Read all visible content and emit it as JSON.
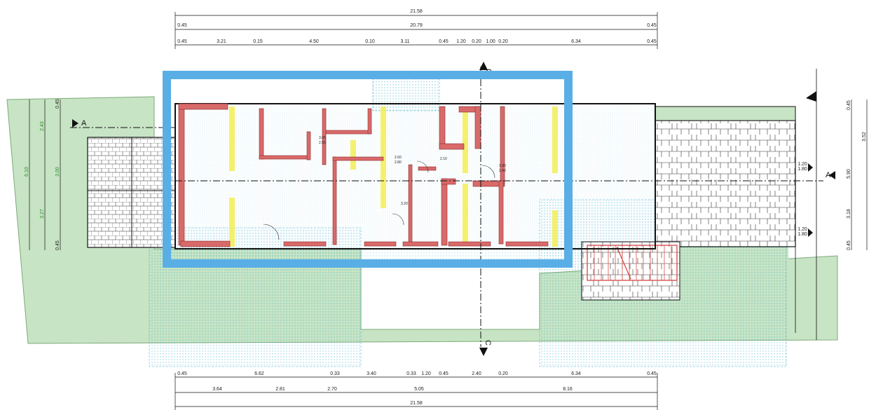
{
  "dimensions": {
    "top_total": "21.58",
    "top_second": [
      "0.45",
      "20.79",
      "0.45"
    ],
    "top_third": [
      "0.45",
      "3.21",
      "0.15",
      "4.50",
      "0.10",
      "3.11",
      "0.45",
      "1.20",
      "0.20",
      "1.00",
      "0.20",
      "6.34",
      "0.45"
    ],
    "bottom_first": [
      "0.45",
      "6.62",
      "0.33",
      "3.40",
      "0.33",
      "1.20",
      "0.45",
      "2.40",
      "0.20",
      "6.34",
      "0.45"
    ],
    "bottom_second": [
      "3.64",
      "2.81",
      "2.70",
      "5.05",
      "8.16"
    ],
    "bottom_total": "21.58",
    "left_vertical": [
      "6.10",
      "2.43",
      "3.00",
      "3.27",
      "0.45",
      "0.45"
    ],
    "right_vertical": [
      "0.45",
      "3.52",
      "5.90",
      "3.18",
      "0.45"
    ],
    "side_labels": [
      "1.20",
      "1.80",
      "1.20",
      "1.80"
    ]
  },
  "section_marks": {
    "a_left": "A",
    "a_right": "A",
    "c_top": "C",
    "c_bottom": "C"
  },
  "room_labels": [
    "3.80",
    "2.55",
    "2.60",
    "2.80",
    "2.10",
    "1.80",
    "2.40",
    "3.20"
  ],
  "colors": {
    "green_area": "#c7e4c4",
    "blue_hatch": "#29a8c8",
    "wall_red": "#d96a6a",
    "highlight_yellow": "#f3ef55",
    "selection_box": "#5aaee6"
  }
}
